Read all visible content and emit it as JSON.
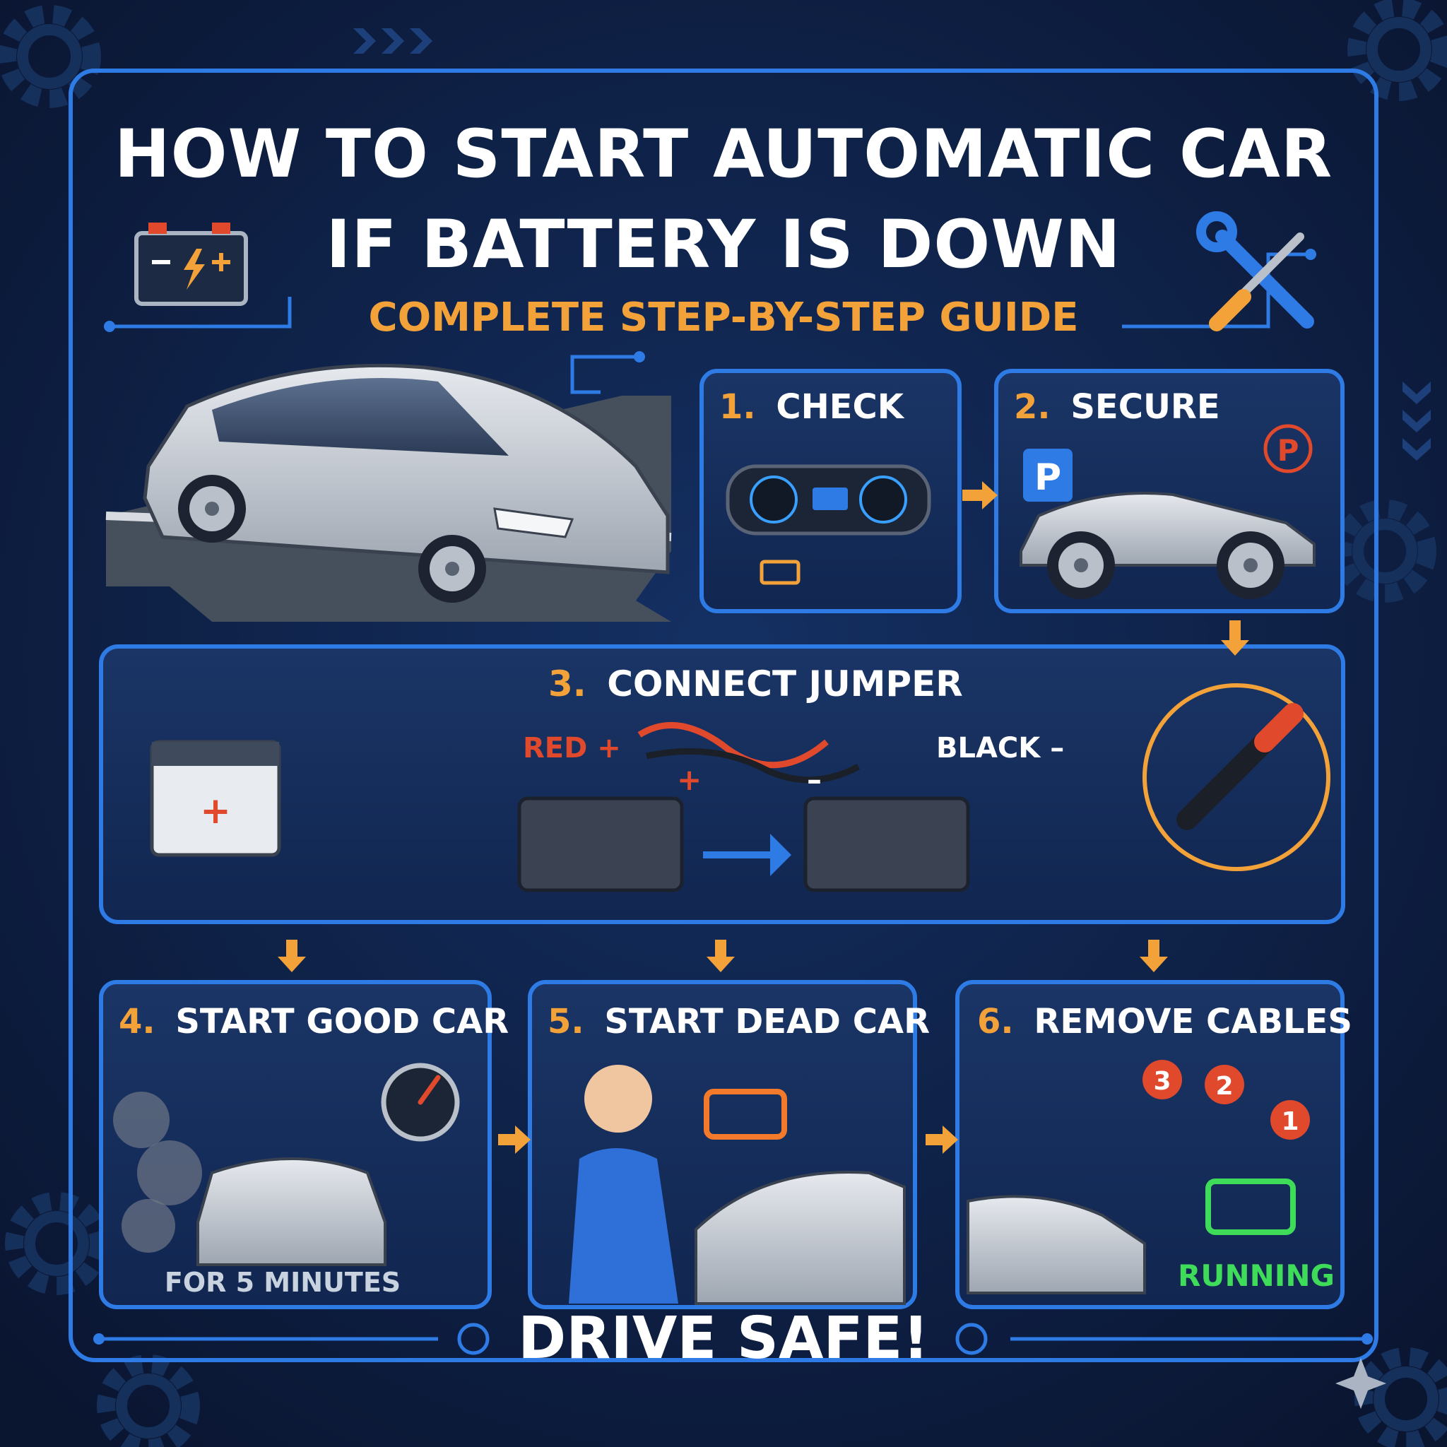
{
  "title": {
    "line1": "HOW TO START AUTOMATIC CAR",
    "line2": "IF BATTERY IS DOWN",
    "subtitle": "COMPLETE STEP-BY-STEP GUIDE"
  },
  "steps": [
    {
      "num": "1.",
      "label": "CHECK"
    },
    {
      "num": "2.",
      "label": "SECURE"
    },
    {
      "num": "3.",
      "label": "CONNECT JUMPER"
    },
    {
      "num": "4.",
      "label": "START GOOD CAR"
    },
    {
      "num": "5.",
      "label": "START DEAD CAR"
    },
    {
      "num": "6.",
      "label": "REMOVE CABLES"
    }
  ],
  "labels": {
    "parking": "P",
    "brake": "P",
    "red_cable": "RED +",
    "black_cable": "BLACK –",
    "plus": "+",
    "minus": "–",
    "duration": "FOR 5 MINUTES",
    "running": "RUNNING",
    "order": [
      "3",
      "2",
      "1"
    ]
  },
  "footer": "DRIVE SAFE!",
  "colors": {
    "background": "#0c1a36",
    "frame": "#2e7be6",
    "accent_orange": "#f3a23a",
    "cable_red": "#e0492c",
    "running_green": "#3fdc5a"
  },
  "icons": [
    "battery-icon",
    "wrench-screwdriver-icon",
    "gear-icon",
    "engine-warning-icon",
    "speedometer-icon"
  ]
}
